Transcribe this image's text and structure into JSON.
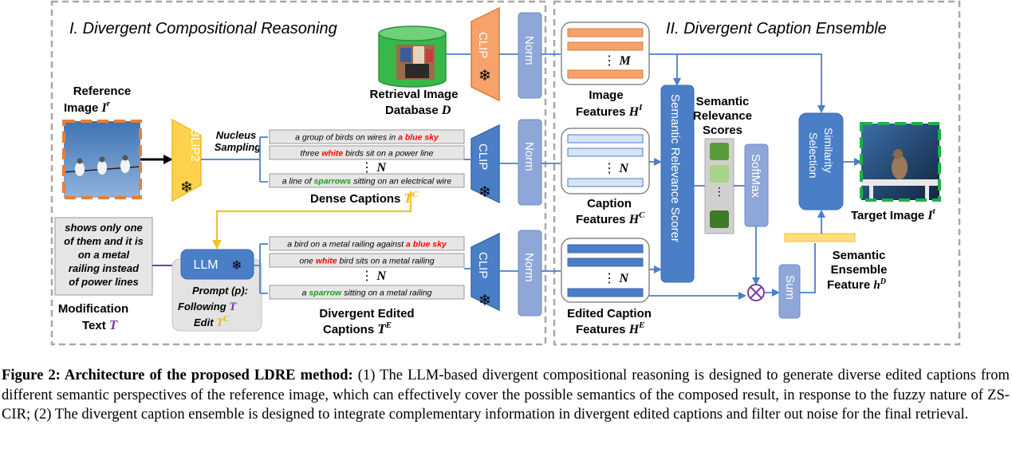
{
  "sections": {
    "left_title": "I.  Divergent Compositional Reasoning",
    "right_title": "II. Divergent Caption Ensemble"
  },
  "left": {
    "reference_image": {
      "line1": "Reference",
      "line2": "Image ",
      "symbol": "I",
      "sup": "r"
    },
    "blip2": "BLIP2",
    "nucleus": {
      "line1": "Nucleus",
      "line2": "Sampling"
    },
    "dense_captions": [
      [
        {
          "t": "a group of birds on wires in "
        },
        {
          "t": "a blue sky",
          "c": "#ff0000"
        }
      ],
      [
        {
          "t": "three "
        },
        {
          "t": "white",
          "c": "#ff0000"
        },
        {
          "t": " birds sit on a power line"
        }
      ],
      [
        {
          "t": "a line of "
        },
        {
          "t": "sparrows",
          "c": "#1a9c1a"
        },
        {
          "t": " sitting on an electrical wire"
        }
      ]
    ],
    "dense_label": {
      "text": "Dense Captions ",
      "symbol": "T",
      "sup": "C"
    },
    "n_symbol": "N",
    "modification_box": [
      "shows only one",
      "of them and it is",
      "on a metal",
      "railing instead",
      "of power lines"
    ],
    "modification_label": {
      "line1": "Modification",
      "line2": "Text ",
      "symbol": "T"
    },
    "llm": "LLM",
    "prompt": {
      "line1": "Prompt (p):",
      "line2": "Following ",
      "line2_symbol": "T",
      "line3": "Edit ",
      "line3_symbol": "T",
      "line3_sup": "C"
    },
    "edited_captions": [
      [
        {
          "t": "a bird on a metal railing against "
        },
        {
          "t": "a blue sky",
          "c": "#ff0000"
        }
      ],
      [
        {
          "t": "one "
        },
        {
          "t": "white",
          "c": "#ff0000"
        },
        {
          "t": " bird sits on a metal railing"
        }
      ],
      [
        {
          "t": "a "
        },
        {
          "t": "sparrow",
          "c": "#1a9c1a"
        },
        {
          "t": " sitting on a metal railing"
        }
      ]
    ],
    "edited_label": {
      "line1": "Divergent Edited",
      "line2": "Captions ",
      "symbol": "T",
      "sup": "E"
    },
    "retrieval_db": {
      "line1": "Retrieval Image",
      "line2": "Database ",
      "symbol": "D"
    },
    "clip": "CLIP",
    "norm": "Norm"
  },
  "right": {
    "m_symbol": "M",
    "image_features": {
      "line1": "Image",
      "line2": "Features ",
      "symbol": "H",
      "sup": "I"
    },
    "caption_features": {
      "line1": "Caption",
      "line2": "Features ",
      "symbol": "H",
      "sup": "C"
    },
    "edited_features": {
      "line1": "Edited Caption",
      "line2": "Features ",
      "symbol": "H",
      "sup": "E"
    },
    "scorer": "Semantic Relevance Scorer",
    "relevance_scores": [
      "Semantic",
      "Relevance",
      "Scores"
    ],
    "softmax": "SoftMax",
    "similarity": [
      "Similarity",
      "Selection"
    ],
    "sum": "Sum",
    "ensemble_feature": {
      "line1": "Semantic",
      "line2": "Ensemble",
      "line3": "Feature ",
      "symbol": "h",
      "sup": "D"
    },
    "target_image": {
      "text": "Target Image ",
      "symbol": "I",
      "sup": "t"
    },
    "n_symbol": "N"
  },
  "figure_caption": {
    "label": "Figure 2:",
    "bold": " Architecture of the proposed LDRE method:",
    "body": " (1) The LLM-based divergent compositional reasoning is designed to generate diverse edited captions from different semantic perspectives of the reference image, which can effectively cover the possible semantics of the composed result, in response to the fuzzy nature of ZS-CIR; (2) The divergent caption ensemble is designed to integrate complementary information in divergent edited captions and filter out noise for the final retrieval."
  },
  "colors": {
    "blue_block": "#4a7fc8",
    "light_blue_block": "#8fa6d8",
    "orange_block": "#f5a36b",
    "yellow_block": "#ffd24d",
    "arrow_blue": "#4a7fc8",
    "arrow_yellow": "#f2c12e",
    "arrow_purple": "#7a3aa5",
    "green_border": "#1db04a",
    "orange_border": "#e57f3b"
  }
}
